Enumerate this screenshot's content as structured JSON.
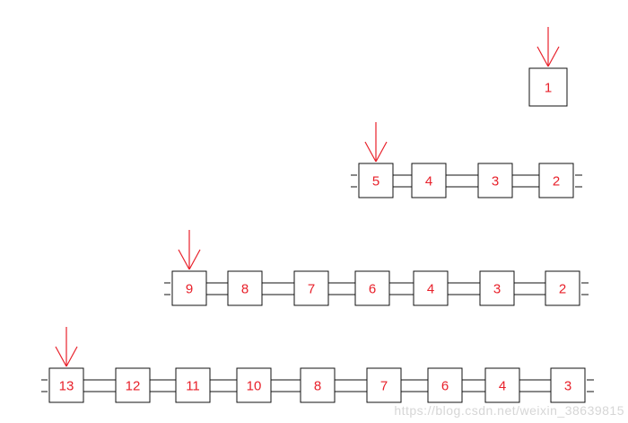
{
  "diagram": {
    "colors": {
      "label": "#e8202a",
      "arrow": "#e8202a",
      "stroke": "#111111",
      "watermark": "#d6d6d6"
    },
    "rows": [
      {
        "id": "row-1",
        "nodes": [
          "1"
        ],
        "pointer": "1"
      },
      {
        "id": "row-2",
        "nodes": [
          "5",
          "4",
          "3",
          "2"
        ],
        "pointer": "5"
      },
      {
        "id": "row-3",
        "nodes": [
          "9",
          "8",
          "7",
          "6",
          "4",
          "3",
          "2"
        ],
        "pointer": "9"
      },
      {
        "id": "row-4",
        "nodes": [
          "13",
          "12",
          "11",
          "10",
          "8",
          "7",
          "6",
          "4",
          "3"
        ],
        "pointer": "13"
      }
    ]
  },
  "watermark": "https://blog.csdn.net/weixin_38639815"
}
